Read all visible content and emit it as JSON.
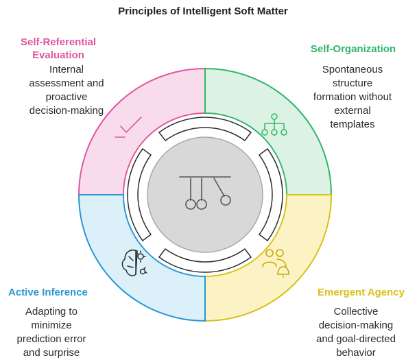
{
  "title": "Principles of Intelligent Soft Matter",
  "quadrants": [
    {
      "id": "self-referential-evaluation",
      "heading_lines": [
        "Self-Referential",
        "Evaluation"
      ],
      "description_lines": [
        "Internal",
        "assessment and",
        "proactive",
        "decision-making"
      ],
      "color": "#e0559f",
      "fill": "#f9dcec",
      "icon": "checkmark-icon"
    },
    {
      "id": "self-organization",
      "heading_lines": [
        "Self-Organization"
      ],
      "description_lines": [
        "Spontaneous",
        "structure",
        "formation without",
        "external",
        "templates"
      ],
      "color": "#2fb56a",
      "fill": "#dcf3e4",
      "icon": "hierarchy-icon"
    },
    {
      "id": "active-inference",
      "heading_lines": [
        "Active Inference"
      ],
      "description_lines": [
        "Adapting to",
        "minimize",
        "prediction error",
        "and surprise"
      ],
      "color": "#2797d6",
      "fill": "#dcf0fa",
      "icon": "brain-gear-icon"
    },
    {
      "id": "emergent-agency",
      "heading_lines": [
        "Emergent Agency"
      ],
      "description_lines": [
        "Collective",
        "decision-making",
        "and goal-directed",
        "behavior"
      ],
      "color": "#d8c118",
      "fill": "#fbf3c4",
      "icon": "people-bell-icon"
    }
  ],
  "center": {
    "icon": "newtons-cradle-icon",
    "fill": "#d8d8d8",
    "stroke": "#a9a9a9"
  }
}
